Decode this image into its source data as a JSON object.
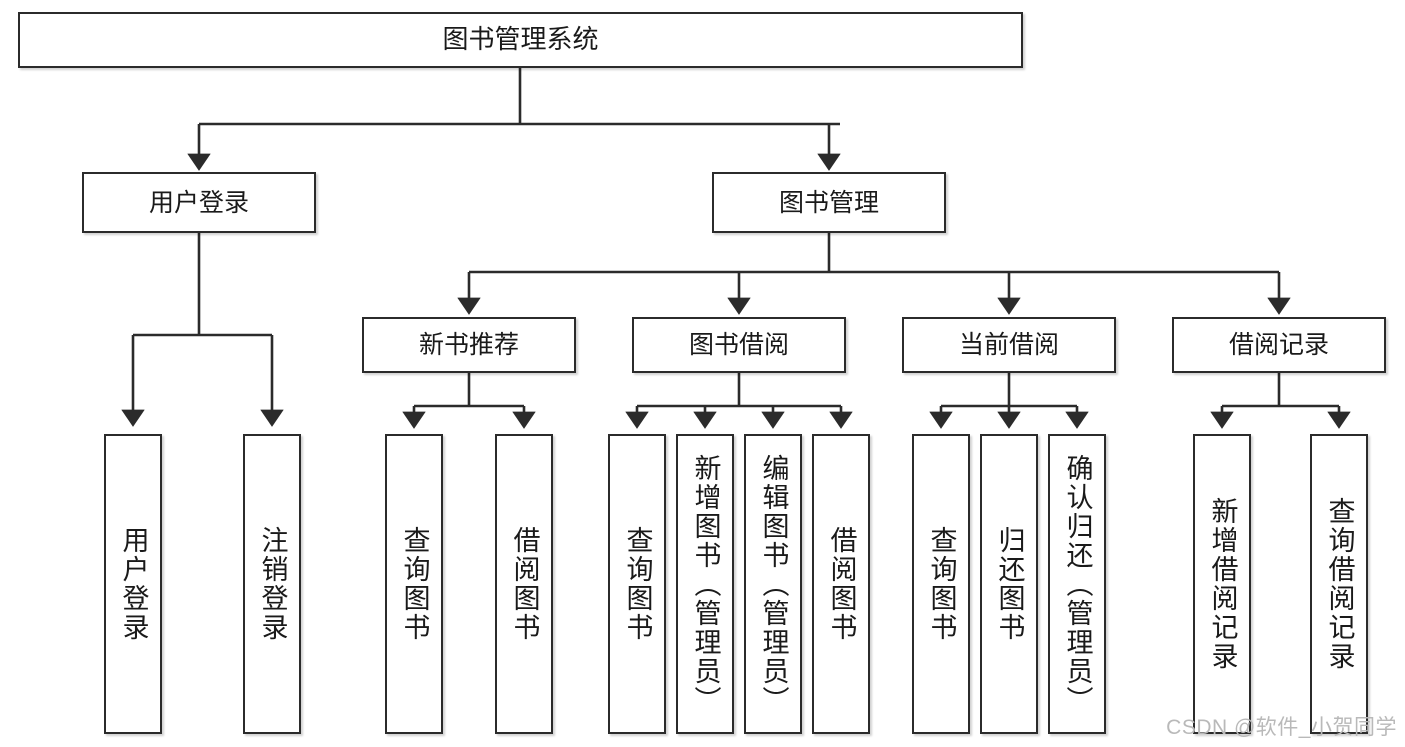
{
  "diagram": {
    "type": "tree",
    "title": "图书管理系统",
    "orientation": "top-down",
    "colors": {
      "stroke": "#2b2b2b",
      "fill": "#ffffff",
      "text": "#1a1a1a",
      "watermark": "#b9b9b9"
    },
    "watermark": "CSDN @软件_小贺同学",
    "nodes": {
      "root": {
        "label": "图书管理系统"
      },
      "level2": [
        {
          "id": "user-login",
          "label": "用户登录"
        },
        {
          "id": "book-manage",
          "label": "图书管理"
        }
      ],
      "level3": [
        {
          "id": "new-book-recommend",
          "label": "新书推荐"
        },
        {
          "id": "book-borrow",
          "label": "图书借阅"
        },
        {
          "id": "current-borrow",
          "label": "当前借阅"
        },
        {
          "id": "borrow-record",
          "label": "借阅记录"
        }
      ],
      "leaves": {
        "user_login": [
          {
            "id": "leaf-user-login",
            "label": "用户登录"
          },
          {
            "id": "leaf-user-logout",
            "label": "注销登录"
          }
        ],
        "new_book_recommend": [
          {
            "id": "leaf-query-book-1",
            "label": "查询图书"
          },
          {
            "id": "leaf-borrow-book-1",
            "label": "借阅图书"
          }
        ],
        "book_borrow": [
          {
            "id": "leaf-query-book-2",
            "label": "查询图书"
          },
          {
            "id": "leaf-add-book",
            "label": "新增图书（管理员）"
          },
          {
            "id": "leaf-edit-book",
            "label": "编辑图书（管理员）"
          },
          {
            "id": "leaf-borrow-book-2",
            "label": "借阅图书"
          }
        ],
        "current_borrow": [
          {
            "id": "leaf-query-book-3",
            "label": "查询图书"
          },
          {
            "id": "leaf-return-book",
            "label": "归还图书"
          },
          {
            "id": "leaf-confirm-return",
            "label": "确认归还（管理员）"
          }
        ],
        "borrow_record": [
          {
            "id": "leaf-add-record",
            "label": "新增借阅记录"
          },
          {
            "id": "leaf-query-record",
            "label": "查询借阅记录"
          }
        ]
      }
    },
    "edges": [
      {
        "from": "图书管理系统",
        "to": "用户登录"
      },
      {
        "from": "图书管理系统",
        "to": "图书管理"
      },
      {
        "from": "用户登录",
        "to": "用户登录"
      },
      {
        "from": "用户登录",
        "to": "注销登录"
      },
      {
        "from": "图书管理",
        "to": "新书推荐"
      },
      {
        "from": "图书管理",
        "to": "图书借阅"
      },
      {
        "from": "图书管理",
        "to": "当前借阅"
      },
      {
        "from": "图书管理",
        "to": "借阅记录"
      },
      {
        "from": "新书推荐",
        "to": "查询图书"
      },
      {
        "from": "新书推荐",
        "to": "借阅图书"
      },
      {
        "from": "图书借阅",
        "to": "查询图书"
      },
      {
        "from": "图书借阅",
        "to": "新增图书（管理员）"
      },
      {
        "from": "图书借阅",
        "to": "编辑图书（管理员）"
      },
      {
        "from": "图书借阅",
        "to": "借阅图书"
      },
      {
        "from": "当前借阅",
        "to": "查询图书"
      },
      {
        "from": "当前借阅",
        "to": "归还图书"
      },
      {
        "from": "当前借阅",
        "to": "确认归还（管理员）"
      },
      {
        "from": "借阅记录",
        "to": "新增借阅记录"
      },
      {
        "from": "借阅记录",
        "to": "查询借阅记录"
      }
    ]
  }
}
